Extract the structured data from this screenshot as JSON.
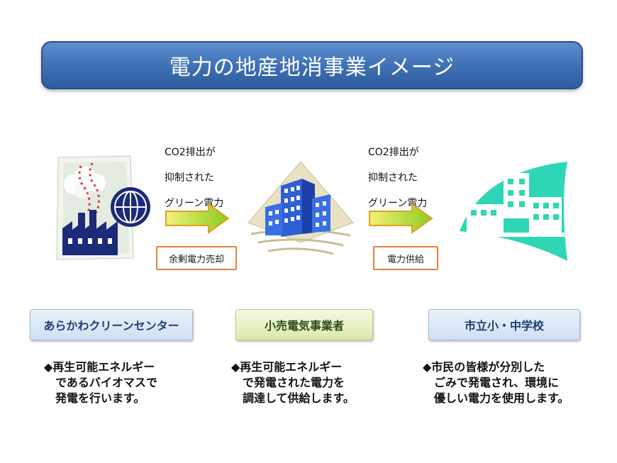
{
  "title": "電力の地産地消事業イメージ",
  "flows": [
    {
      "text_lines": [
        "CO2排出が",
        "抑制された",
        "グリーン電力"
      ],
      "tag": "余剰電力売却"
    },
    {
      "text_lines": [
        "CO2排出が",
        "抑制された",
        "グリーン電力"
      ],
      "tag": "電力供給"
    }
  ],
  "entities": [
    {
      "label": "あらかわクリーンセンター",
      "icon": "factory-icon",
      "desc_lines": [
        "◆再生可能エネルギー",
        "であるバイオマスで",
        "発電を行います。"
      ]
    },
    {
      "label": "小売電気事業者",
      "icon": "office-buildings-icon",
      "desc_lines": [
        "◆再生可能エネルギー",
        "で発電された電力を",
        "調達して供給します。"
      ]
    },
    {
      "label": "市立小・中学校",
      "icon": "school-icon",
      "desc_lines": [
        "◆市民の皆様が分別した",
        "ごみで発電され、環境に",
        "優しい電力を使用します。"
      ]
    }
  ],
  "colors": {
    "banner": "#3d6fb3",
    "arrow": "#b7dc2a",
    "tag_border": "#e8803a",
    "school": "#2fd6b5",
    "factory": "#1c2a78",
    "buildings": "#2d5fd6"
  }
}
